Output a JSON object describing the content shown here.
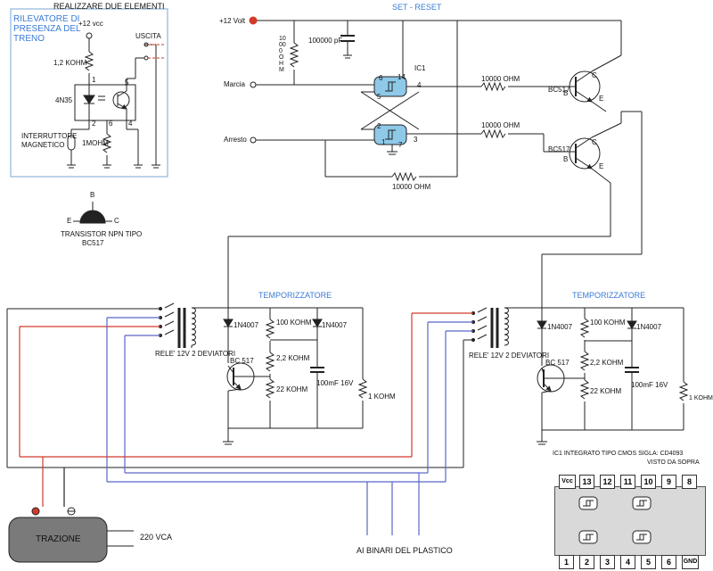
{
  "headers": {
    "top_left_title": "REALIZZARE DUE ELEMENTI",
    "detector_title_line1": "RILEVATORE DI",
    "detector_title_line2": "PRESENZA DEL",
    "detector_title_line3": "TRENO",
    "set_reset_title": "SET - RESET",
    "timer_left_title": "TEMPORIZZATORE",
    "timer_right_title": "TEMPORIZZATORE"
  },
  "detector": {
    "vcc": "+12 vcc",
    "r1": "1,2 KOHM",
    "opto": "4N35",
    "switch_line1": "INTERRUTTORE",
    "switch_line2": "MAGNETICO",
    "r2": "1MOHM",
    "output": "USCITA",
    "pin1": "1",
    "pin2": "2",
    "pin4": "4",
    "pin5": "5",
    "pin6": "6"
  },
  "transistor_legend": {
    "b": "B",
    "e": "E",
    "c": "C",
    "label_line1": "TRANSISTOR NPN TIPO",
    "label_line2": "BC517"
  },
  "set_reset": {
    "vplus": "+12 Volt",
    "r_top": "10000 OHM",
    "cap": "100000 pF",
    "ic": "IC1",
    "marcia": "Marcia",
    "arresto": "Arresto",
    "r_b1": "10000 OHM",
    "r_b2": "10000 OHM",
    "r_fb": "10000 OHM",
    "q1": "BC517",
    "q2": "BC517",
    "pin6": "6",
    "pin14": "14",
    "pin5": "5",
    "pin4": "4",
    "pin2": "2",
    "pin1": "1",
    "pin7": "7",
    "pin3": "3",
    "c_label": "C",
    "b_label": "B",
    "e_label": "E"
  },
  "timer_left": {
    "relay": "RELE' 12V 2 DEVIATORI",
    "d1": "1N4007",
    "d2": "1N4007",
    "r100k": "100 KOHM",
    "r2k2": "2,2 KOHM",
    "r22k": "22 KOHM",
    "cap": "100mF 16V",
    "r1k": "1 KOHM",
    "q": "BC 517"
  },
  "timer_right": {
    "relay": "RELE' 12V 2 DEVIATORI",
    "d1": "1N4007",
    "d2": "1N4007",
    "r100k": "100 KOHM",
    "r2k2": "2,2 KOHM",
    "r22k": "22 KOHM",
    "cap": "100mF 16V",
    "r1k": "1 KOHM",
    "q": "BC 517"
  },
  "power": {
    "trazione": "TRAZIONE",
    "vca": "220 VCA",
    "binari": "AI BINARI DEL PLASTICO"
  },
  "ic_pinout": {
    "title": "IC1   INTEGRATO TIPO CMOS SIGLA: CD4093",
    "subtitle": "VISTO DA SOPRA",
    "top_pins": [
      "Vcc",
      "13",
      "12",
      "11",
      "10",
      "9",
      "8"
    ],
    "bottom_pins": [
      "1",
      "2",
      "3",
      "4",
      "5",
      "6",
      "GND"
    ]
  },
  "colors": {
    "wire": "#222222",
    "red_wire": "#d23a2a",
    "blue_wire": "#5b66c8",
    "inset_border": "#7aa7d6",
    "title_blue": "#3a7bd5"
  }
}
